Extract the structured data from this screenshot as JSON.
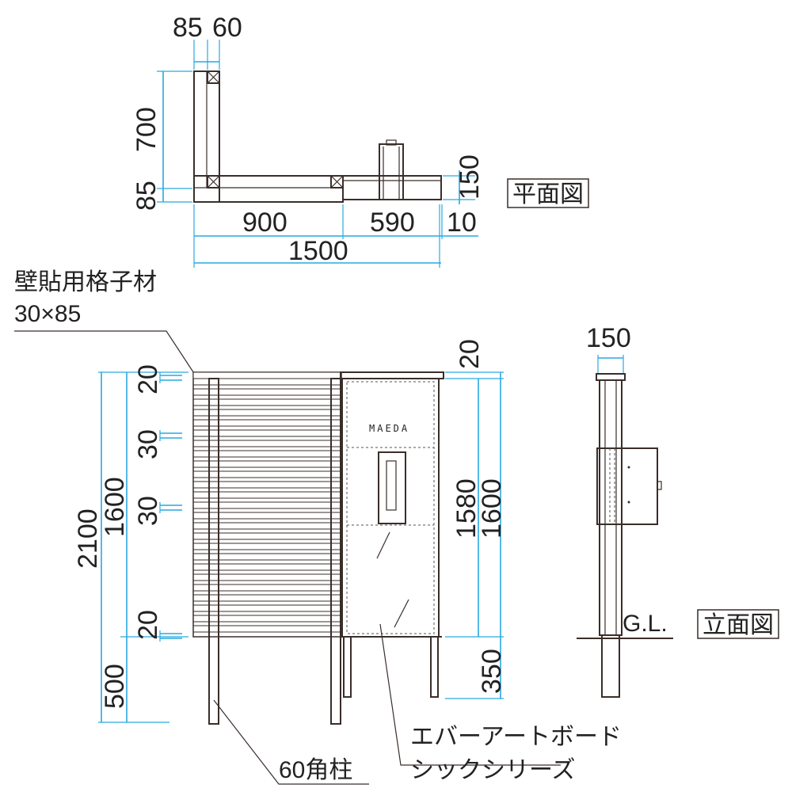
{
  "plan_view": {
    "title": "平面図",
    "dim_85_top": "85",
    "dim_60_top": "60",
    "dim_700": "700",
    "dim_85_left": "85",
    "dim_150": "150",
    "dim_900": "900",
    "dim_590": "590",
    "dim_10": "10",
    "dim_1500": "1500"
  },
  "front_view": {
    "lattice_label_line1": "壁貼用格子材",
    "lattice_label_line2": "30×85",
    "dim_2100": "2100",
    "dim_1600_left": "1600",
    "dim_500": "500",
    "dim_20_top": "20",
    "dim_30_a": "30",
    "dim_30_b": "30",
    "dim_20_bottom": "20",
    "dim_20_right": "20",
    "dim_1580": "1580",
    "dim_1600_right": "1600",
    "dim_350": "350",
    "brand": "MAEDA",
    "post_label": "60角柱",
    "board_label_line1": "エバーアートボード",
    "board_label_line2": "シックシリーズ"
  },
  "side_view": {
    "title": "立面図",
    "dim_150": "150",
    "gl_label": "G.L."
  }
}
